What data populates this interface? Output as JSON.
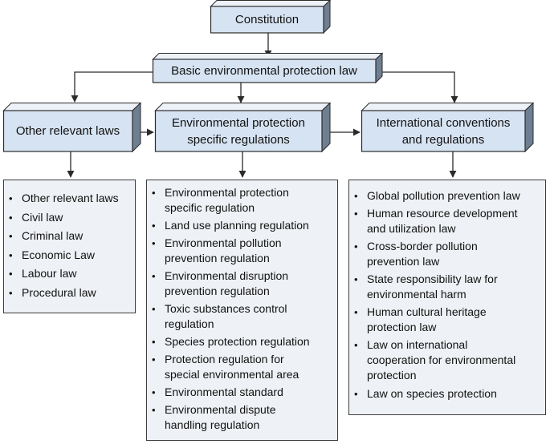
{
  "colors": {
    "box_front": "#d6e3f2",
    "box_top": "#edf2f9",
    "box_side": "#6f7f92",
    "list_fill": "#eef1f5",
    "line": "#2b2b2b"
  },
  "nodes": {
    "constitution": "Constitution",
    "basic_law": "Basic environmental  protection law",
    "other_laws": "Other relevant laws",
    "env_regs": "Environmental  protection\nspecific regulations",
    "intl": "International conventions\nand regulations"
  },
  "lists": {
    "other": [
      "Other relevant laws",
      "Civil law",
      "Criminal law",
      "Economic Law",
      "Labour law",
      "Procedural law"
    ],
    "env": [
      "Environmental  protection\nspecific regulation",
      "Land use planning regulation",
      "Environmental pollution\nprevention regulation",
      "Environmental disruption\nprevention regulation",
      "Toxic substances control\nregulation",
      "Species protection regulation",
      "Protection regulation for\nspecial environmental area",
      "Environmental standard",
      "Environmental dispute\nhandling regulation"
    ],
    "intl": [
      "Global pollution prevention law",
      "Human resource development\nand utilization law",
      "Cross-border pollution\nprevention law",
      "State responsibility law for\nenvironmental harm",
      "Human cultural heritage\nprotection law",
      "Law on international\ncooperation  for environmental\nprotection",
      "Law on species protection"
    ]
  }
}
